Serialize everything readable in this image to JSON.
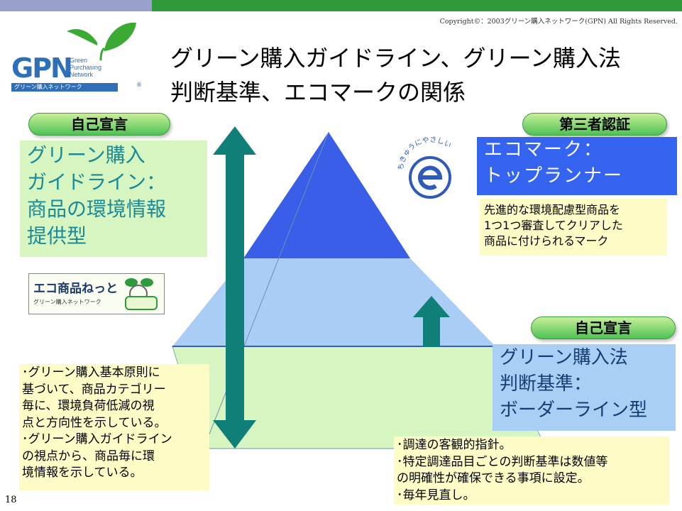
{
  "copyright": "Copyright©：2003グリーン購入ネットワーク(GPN) All Rights Reserved.",
  "logo": {
    "mark": "GPN",
    "sub": "Green\nPurchasing\nNetwork",
    "jp": "グリーン購入ネットワーク",
    "registered": "®"
  },
  "title": "グリーン購入ガイドライン、グリーン購入法\n判断基準、エコマークの関係",
  "left": {
    "badge": "自己宣言",
    "box": "グリーン購入\nガイドライン：\n商品の環境情報\n提供型",
    "eco_shop": {
      "main": "エコ商品ねっと",
      "sub": "グリーン購入ネットワーク"
    }
  },
  "right_top": {
    "badge": "第三者認証",
    "label": "エコマーク：\nトップランナー",
    "desc": "先進的な環境配慮型商品を\n1つ1つ審査してクリアした\n商品に付けられるマーク",
    "ecomark_text": "ちきゅうにやさしい"
  },
  "right_mid": {
    "badge": "自己宣言",
    "box": "グリーン購入法\n判断基準：\nボーダーライン型"
  },
  "notes": {
    "left": [
      "･グリーン購入基本原則に",
      "  基づいて、商品カテゴリー",
      "  毎に、環境負荷低減の視",
      "  点と方向性を示している。",
      "･グリーン購入ガイドライン",
      "  の視点から、商品毎に環",
      "  境情報を示している。"
    ],
    "right": [
      "･調達の客観的指針。",
      "･特定調達品目ごとの判断基準は数値等",
      "  の明確性が確保できる事項に設定。",
      "･毎年見直し。"
    ]
  },
  "page_number": "18",
  "colors": {
    "bar_left": "#9aa0cc",
    "bar_right": "#2e9a3a",
    "pyramid_top": "#3a5ee8",
    "pyramid_mid": "#a9cdf4",
    "pyramid_base": "#d7f5c1",
    "arrow": "#0f7f77"
  }
}
